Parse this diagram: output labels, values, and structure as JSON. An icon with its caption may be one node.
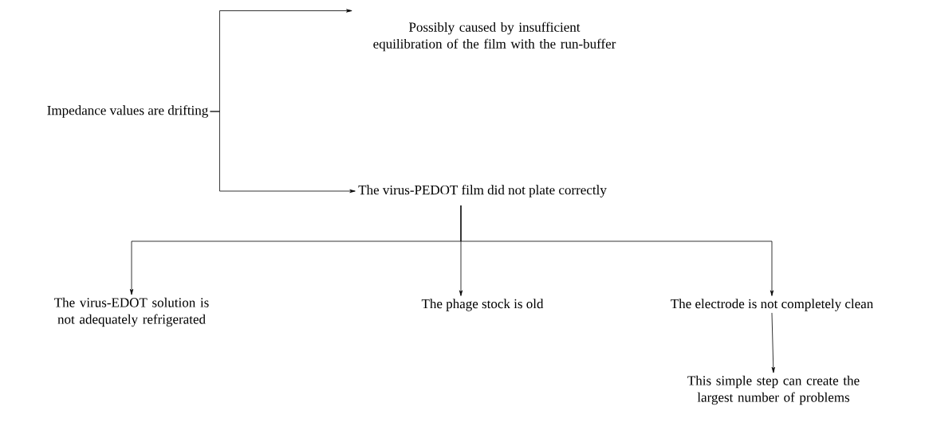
{
  "diagram": {
    "nodes": [
      {
        "text": [
          "Impedance values are drifting"
        ]
      },
      {
        "text": [
          "Possibly caused by insufficient equilibration of the film with the run-buffer"
        ]
      },
      {
        "text": [
          "The virus-PEDOT film did not plate correctly"
        ]
      },
      {
        "text": [
          "The virus-EDOT solution is not adequately refrigerated"
        ]
      },
      {
        "text": [
          "The phage stock is old"
        ]
      },
      {
        "text": [
          "The electrode is not completely clean"
        ]
      },
      {
        "text": [
          "This simple step can create the largest number of problems"
        ]
      }
    ],
    "edges": [
      {
        "from": 0,
        "to": 1,
        "arrow": "to"
      },
      {
        "from": 0,
        "to": 2,
        "arrow": "to"
      },
      {
        "from": 2,
        "to": 3,
        "arrow": "to"
      },
      {
        "from": 2,
        "to": 4,
        "arrow": "to"
      },
      {
        "from": 2,
        "to": 5,
        "arrow": "to"
      },
      {
        "from": 5,
        "to": 6,
        "arrow": "to"
      }
    ]
  }
}
